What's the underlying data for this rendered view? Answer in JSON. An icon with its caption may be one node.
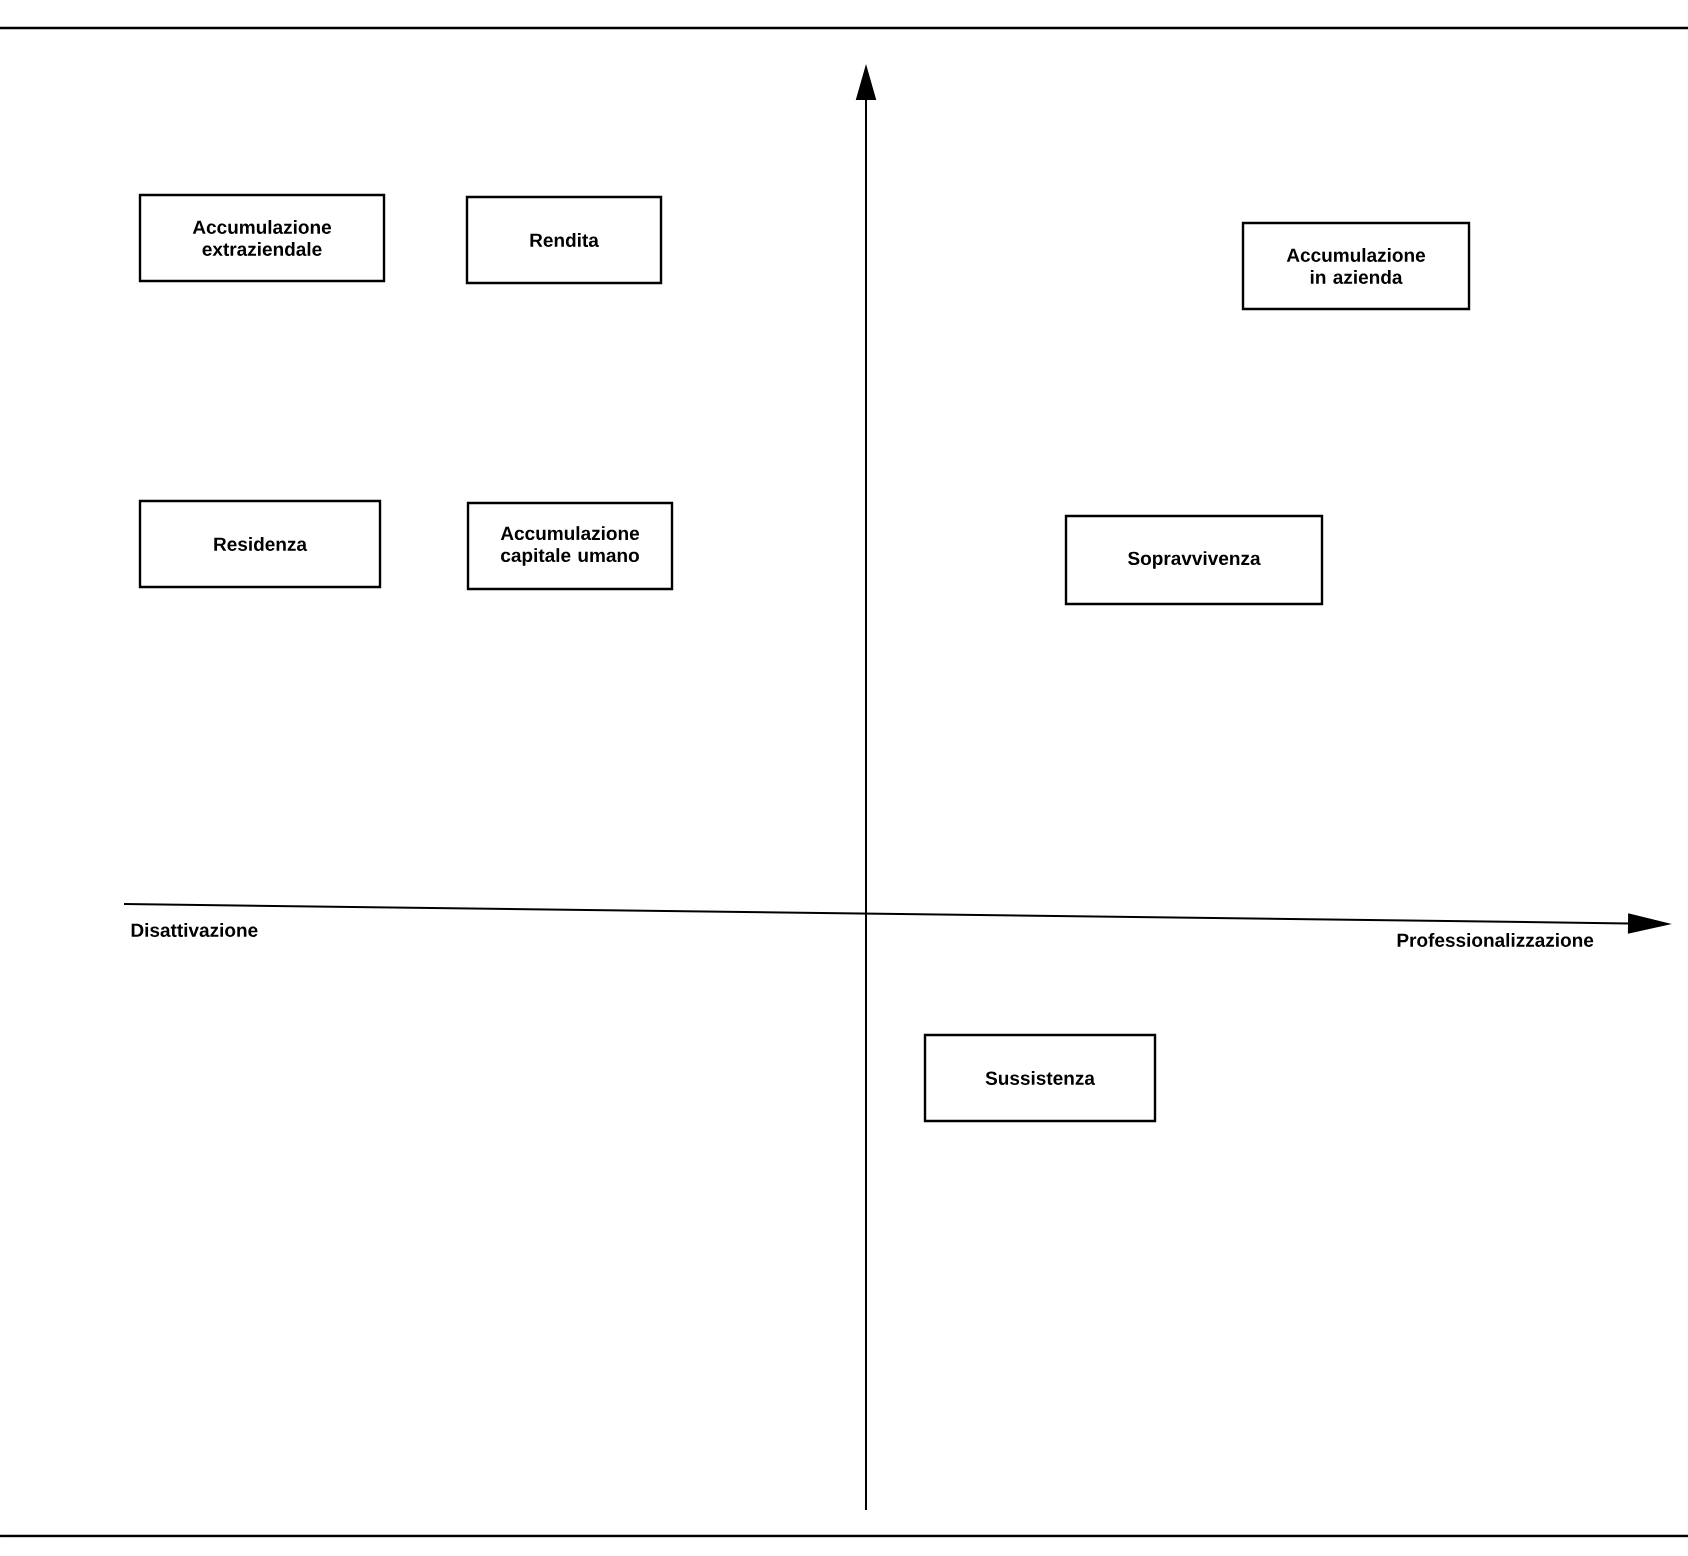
{
  "diagram": {
    "nodes": [
      {
        "text": [
          "Accumulazione extraziendale"
        ]
      },
      {
        "text": [
          "Rendita"
        ]
      },
      {
        "text": [
          "Accumulazione in azienda"
        ]
      },
      {
        "text": [
          "Residenza"
        ]
      },
      {
        "text": [
          "Accumulazione capitale umano"
        ]
      },
      {
        "text": [
          "Sopravvivenza"
        ]
      },
      {
        "text": [
          "Sussistenza"
        ]
      }
    ],
    "labels": [
      "Disattivazione",
      "Professionalizzazione"
    ]
  }
}
